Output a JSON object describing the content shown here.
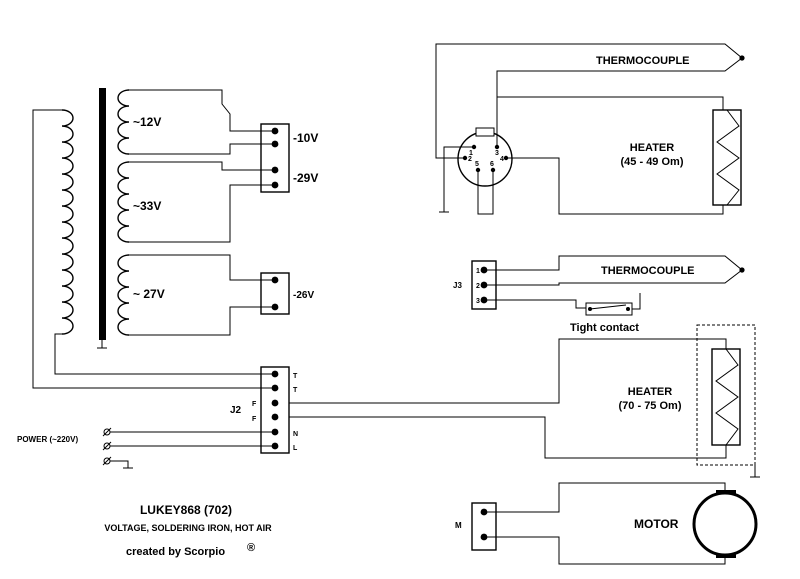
{
  "transformer": {
    "secondary_1": "~12V",
    "secondary_2": "~33V",
    "secondary_3": "~ 27V"
  },
  "outputs": {
    "v10": "-10V",
    "v29": "-29V",
    "v26": "-26V"
  },
  "j2": {
    "label": "J2",
    "pin_t1": "T",
    "pin_t2": "T",
    "pin_f1": "F",
    "pin_f2": "F",
    "pin_n": "N",
    "pin_l": "L",
    "power": "POWER (~220V)"
  },
  "din_connector": {
    "pin1": "1",
    "pin2": "2",
    "pin3": "3",
    "pin4": "4",
    "pin5": "5",
    "pin6": "6"
  },
  "j3": {
    "label": "J3",
    "pin1": "1",
    "pin2": "2",
    "pin3": "3"
  },
  "thermocouple_1": "THERMOCOUPLE",
  "thermocouple_2": "THERMOCOUPLE",
  "heater_iron": {
    "line1": "HEATER",
    "line2": "(45 - 49 Om)"
  },
  "heater_air": {
    "line1": "HEATER",
    "line2": "(70 - 75 Om)"
  },
  "tight_contact": "Tight contact",
  "motor": {
    "connector": "M",
    "label": "MOTOR"
  },
  "title_block": {
    "title": "LUKEY868 (702)",
    "subtitle": "VOLTAGE, SOLDERING IRON, HOT AIR",
    "credit": "created by Scorpio",
    "credit_mark": "®"
  }
}
